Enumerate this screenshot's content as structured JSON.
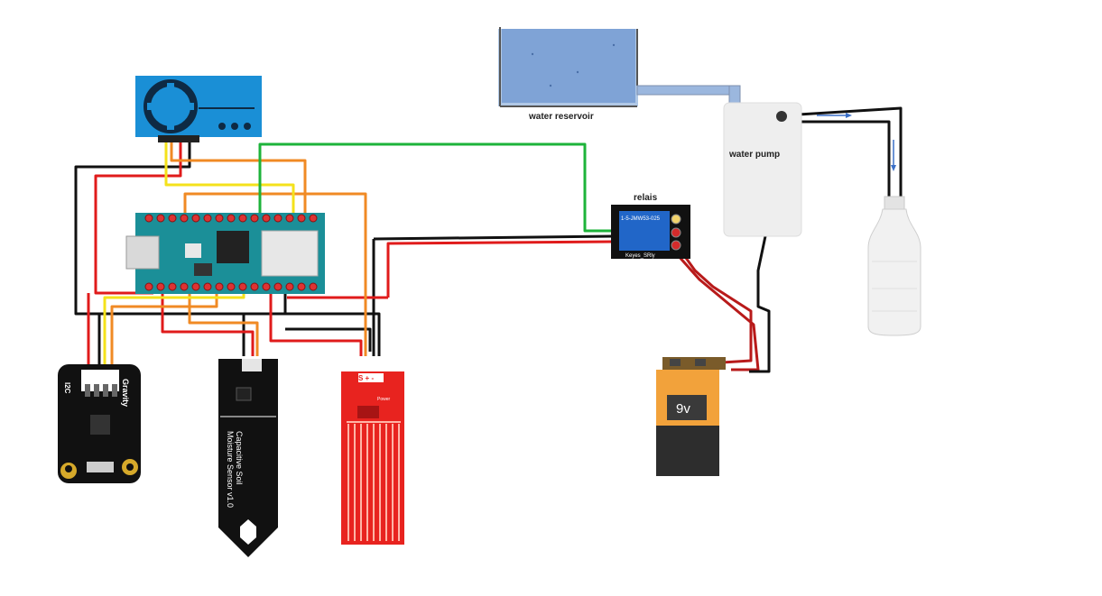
{
  "labels": {
    "reservoir": "water reservoir",
    "pump": "water pump",
    "relay": "relais",
    "relay_board_top": "1-5-JMW53-025",
    "relay_board_bottom": "Keyes_SRly",
    "battery": "9v",
    "sensor_side": "Gravity",
    "sensor_top": "I2C",
    "moisture_line1": "Capacitive Soil",
    "moisture_line2": "Moisture Sensor v1.0",
    "water_sensor_signs": "S + -",
    "water_sensor_power": "Power"
  },
  "colors": {
    "wire_black": "#111111",
    "wire_red": "#e01b1b",
    "wire_orange": "#f08a24",
    "wire_yellow": "#f4e21b",
    "wire_green": "#1db33a",
    "board_blue": "#1a8fd6",
    "arduino_teal": "#1b8f98",
    "water_sensor_red": "#e8231f",
    "battery_orange": "#f2a23b"
  }
}
